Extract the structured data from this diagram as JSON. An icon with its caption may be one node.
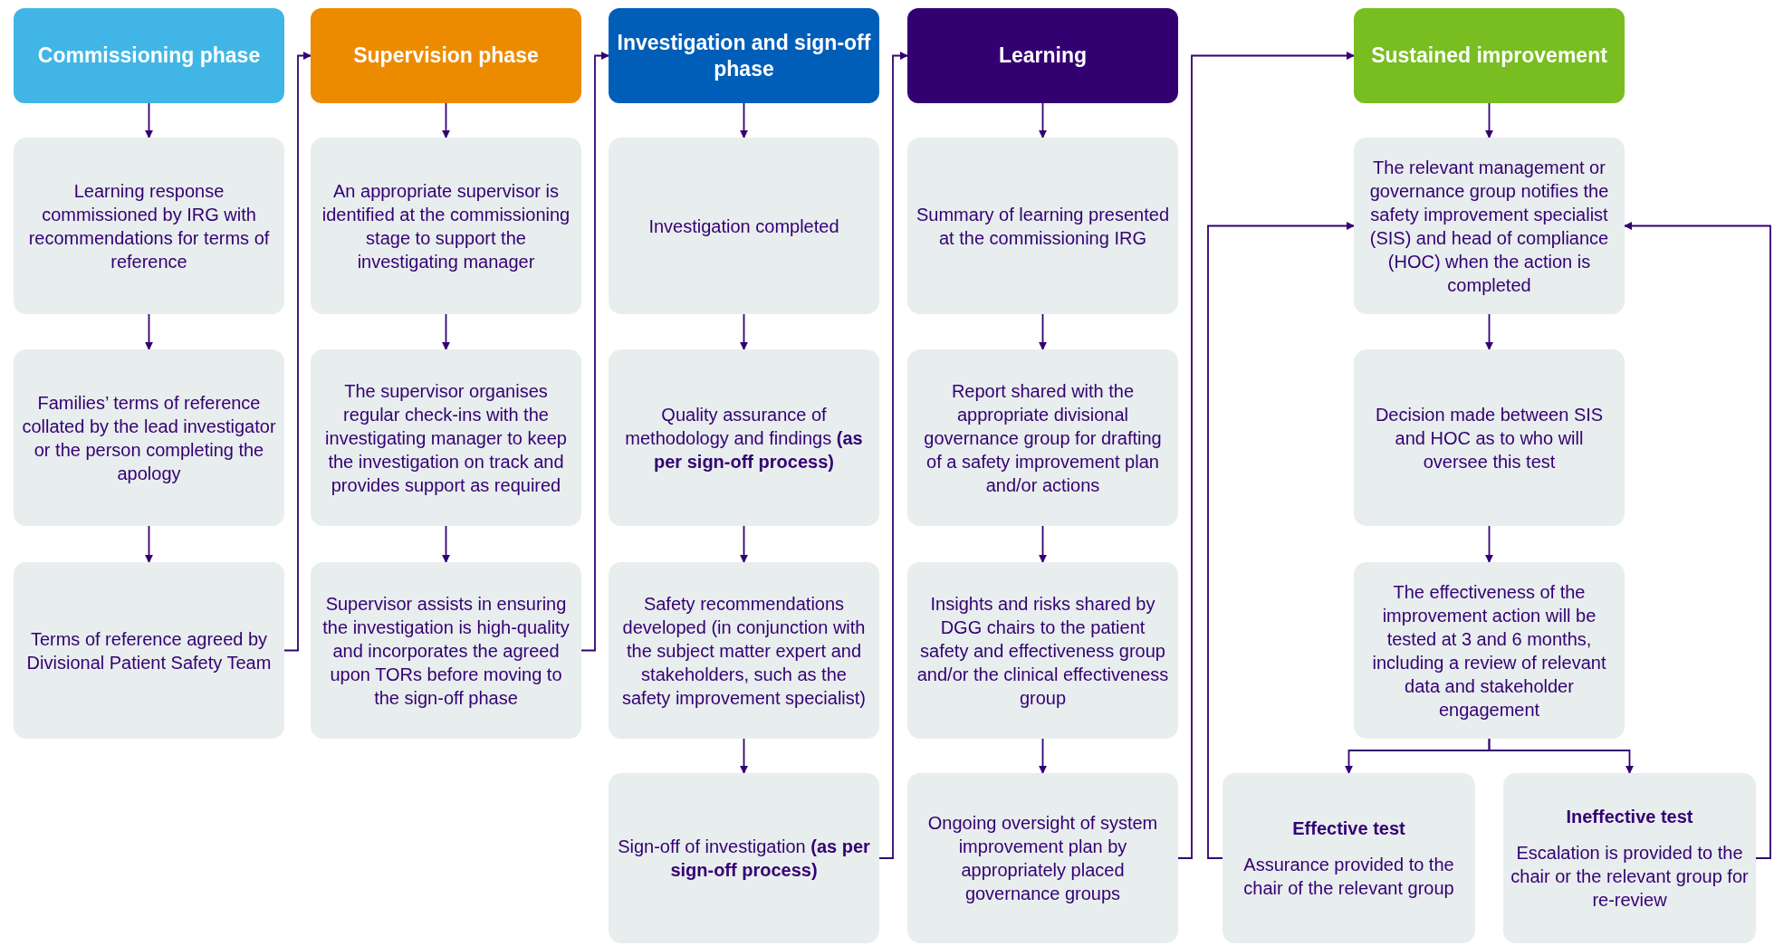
{
  "diagram": {
    "nodes": [
      {
        "text": [
          "Commissioning phase"
        ]
      },
      {
        "text": [
          "Learning response commissioned by IRG with recommendations for terms of reference"
        ]
      },
      {
        "text": [
          "Families’ terms of reference collated by the lead investigator or the person completing the apology"
        ]
      },
      {
        "text": [
          "Terms of reference agreed by Divisional Patient Safety Team"
        ]
      },
      {
        "text": [
          "Supervision phase"
        ]
      },
      {
        "text": [
          "An appropriate supervisor is identified at the commissioning stage to support the investigating manager"
        ]
      },
      {
        "text": [
          "The supervisor organises regular check-ins with the investigating manager to keep the investigation on track and provides support as required"
        ]
      },
      {
        "text": [
          "Supervisor assists in ensuring the investigation is high-quality and incorporates the agreed upon TORs before moving to the sign-off phase"
        ]
      },
      {
        "text": [
          "Investigation and sign-off phase"
        ]
      },
      {
        "text": [
          "Investigation completed"
        ]
      },
      {
        "text": [
          "Quality assurance of methodology and findings **(as per sign-off process)**"
        ]
      },
      {
        "text": [
          "Safety recommendations developed (in conjunction with the subject matter expert and stakeholders, such as the safety improvement specialist)"
        ]
      },
      {
        "text": [
          "Sign-off of investigation **(as per sign-off process)**"
        ]
      },
      {
        "text": [
          "Learning"
        ]
      },
      {
        "text": [
          "Summary of learning presented at the commissioning IRG"
        ]
      },
      {
        "text": [
          "Report shared with the appropriate divisional governance group for drafting of a safety improvement plan and/or actions"
        ]
      },
      {
        "text": [
          "Insights and risks shared by DGG chairs to the patient safety and effectiveness group and/or the clinical effectiveness group"
        ]
      },
      {
        "text": [
          "Ongoing oversight of system improvement plan by appropriately placed governance groups"
        ]
      },
      {
        "text": [
          "Sustained improvement"
        ]
      },
      {
        "text": [
          "The relevant management or governance group notifies the safety improvement specialist (SIS) and head of compliance (HOC) when the action is completed"
        ]
      },
      {
        "text": [
          "Decision made between SIS and HOC as to who will oversee this test"
        ]
      },
      {
        "text": [
          "The effectiveness of the improvement action will be tested at 3 and 6 months, including a review of relevant data and stakeholder engagement"
        ]
      },
      {
        "text": [
          "Effective test",
          "Assurance provided to the chair of the relevant group"
        ]
      },
      {
        "text": [
          "Ineffective test",
          "Escalation is provided to the chair or the relevant group for re-review"
        ]
      }
    ],
    "edges": [
      {
        "from": 0,
        "to": 1,
        "arrow": "to"
      },
      {
        "from": 1,
        "to": 2,
        "arrow": "to"
      },
      {
        "from": 2,
        "to": 3,
        "arrow": "to"
      },
      {
        "from": 3,
        "to": 4,
        "arrow": "to"
      },
      {
        "from": 4,
        "to": 5,
        "arrow": "to"
      },
      {
        "from": 5,
        "to": 6,
        "arrow": "to"
      },
      {
        "from": 6,
        "to": 7,
        "arrow": "to"
      },
      {
        "from": 7,
        "to": 8,
        "arrow": "to"
      },
      {
        "from": 8,
        "to": 9,
        "arrow": "to"
      },
      {
        "from": 9,
        "to": 10,
        "arrow": "to"
      },
      {
        "from": 10,
        "to": 11,
        "arrow": "to"
      },
      {
        "from": 11,
        "to": 12,
        "arrow": "to"
      },
      {
        "from": 12,
        "to": 13,
        "arrow": "to"
      },
      {
        "from": 13,
        "to": 14,
        "arrow": "to"
      },
      {
        "from": 14,
        "to": 15,
        "arrow": "to"
      },
      {
        "from": 15,
        "to": 16,
        "arrow": "to"
      },
      {
        "from": 16,
        "to": 17,
        "arrow": "to"
      },
      {
        "from": 17,
        "to": 18,
        "arrow": "to"
      },
      {
        "from": 18,
        "to": 19,
        "arrow": "to"
      },
      {
        "from": 19,
        "to": 20,
        "arrow": "to"
      },
      {
        "from": 20,
        "to": 21,
        "arrow": "to"
      },
      {
        "from": 21,
        "to": 22,
        "arrow": "to"
      },
      {
        "from": 21,
        "to": 23,
        "arrow": "to"
      },
      {
        "from": 22,
        "to": 19,
        "arrow": "to"
      },
      {
        "from": 23,
        "to": 19,
        "arrow": "to"
      }
    ]
  }
}
